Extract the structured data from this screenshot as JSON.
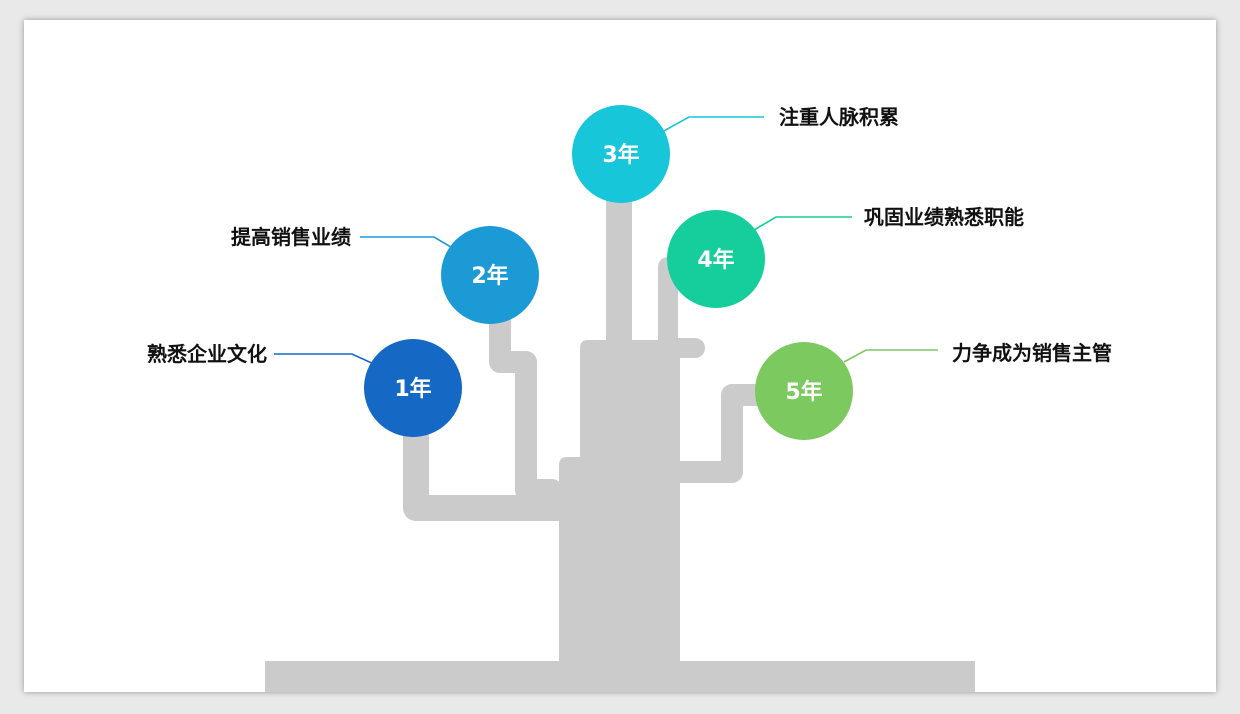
{
  "colors": {
    "trunk": "#cbcbcb",
    "year1": "#1569c4",
    "year2": "#1b9ad6",
    "year3": "#17c6d8",
    "year4": "#15ce9c",
    "year5": "#7cc95f"
  },
  "milestones": [
    {
      "year": "1年",
      "label": "熟悉企业文化"
    },
    {
      "year": "2年",
      "label": "提高销售业绩"
    },
    {
      "year": "3年",
      "label": "注重人脉积累"
    },
    {
      "year": "4年",
      "label": "巩固业绩熟悉职能"
    },
    {
      "year": "5年",
      "label": "力争成为销售主管"
    }
  ]
}
